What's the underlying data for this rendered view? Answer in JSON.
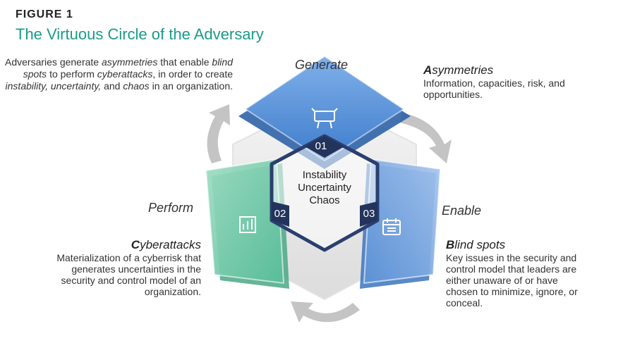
{
  "figure_label": "FIGURE 1",
  "title": "The Virtuous Circle of the Adversary",
  "intro": {
    "p1": "Adversaries generate ",
    "e1": "asymmetries",
    "p2": " that enable ",
    "e2": "blind spots",
    "p3": " to perform ",
    "e3": "cyberattacks",
    "p4": ", in order to create ",
    "e4": "instability, uncertainty,",
    "p5": " and ",
    "e5": "chaos",
    "p6": " in an organization."
  },
  "stages": {
    "generate": "Generate",
    "enable": "Enable",
    "perform": "Perform"
  },
  "asymmetries": {
    "initial": "A",
    "rest": "symmetries",
    "description": "Information, capacities, risk, and opportunities."
  },
  "blind_spots": {
    "initial": "B",
    "rest": "lind spots",
    "description": "Key issues in the security and control model that leaders are either unaware of or have chosen to minimize, ignore, or conceal."
  },
  "cyberattacks": {
    "initial": "C",
    "rest": "yberattacks",
    "description": "Materialization of a cyberrisk that generates uncertainties in the security and control model of an organization."
  },
  "center": {
    "line1": "Instability",
    "line2": "Uncertainty",
    "line3": "Chaos"
  },
  "numbers": {
    "n1": "01",
    "n2": "02",
    "n3": "03"
  },
  "colors": {
    "title": "#1a9b8a",
    "blue": "#4a86d0",
    "light_blue": "#7fa9e0",
    "green": "#68c9a8",
    "navy": "#2b3f6e",
    "arrow_gray": "#bdbdbd"
  },
  "icons": {
    "top": "easel-icon",
    "left": "bar-chart-icon",
    "right": "calendar-icon"
  }
}
